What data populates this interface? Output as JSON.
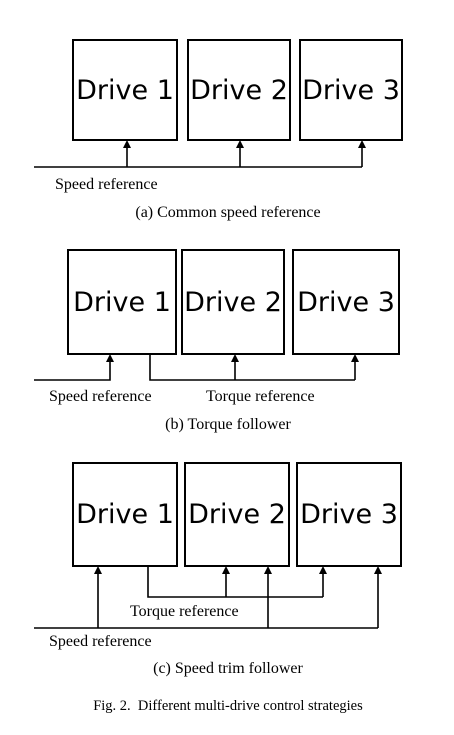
{
  "panels": [
    {
      "drives": [
        "Drive 1",
        "Drive 2",
        "Drive 3"
      ],
      "labels": {
        "speed_reference": "Speed reference"
      },
      "caption": "(a) Common speed reference"
    },
    {
      "drives": [
        "Drive 1",
        "Drive 2",
        "Drive 3"
      ],
      "labels": {
        "speed_reference": "Speed reference",
        "torque_reference": "Torque reference"
      },
      "caption": "(b) Torque follower"
    },
    {
      "drives": [
        "Drive 1",
        "Drive 2",
        "Drive 3"
      ],
      "labels": {
        "speed_reference": "Speed reference",
        "torque_reference": "Torque reference"
      },
      "caption": "(c) Speed trim follower"
    }
  ],
  "figure_caption": "Fig. 2.  Different multi-drive control strategies"
}
